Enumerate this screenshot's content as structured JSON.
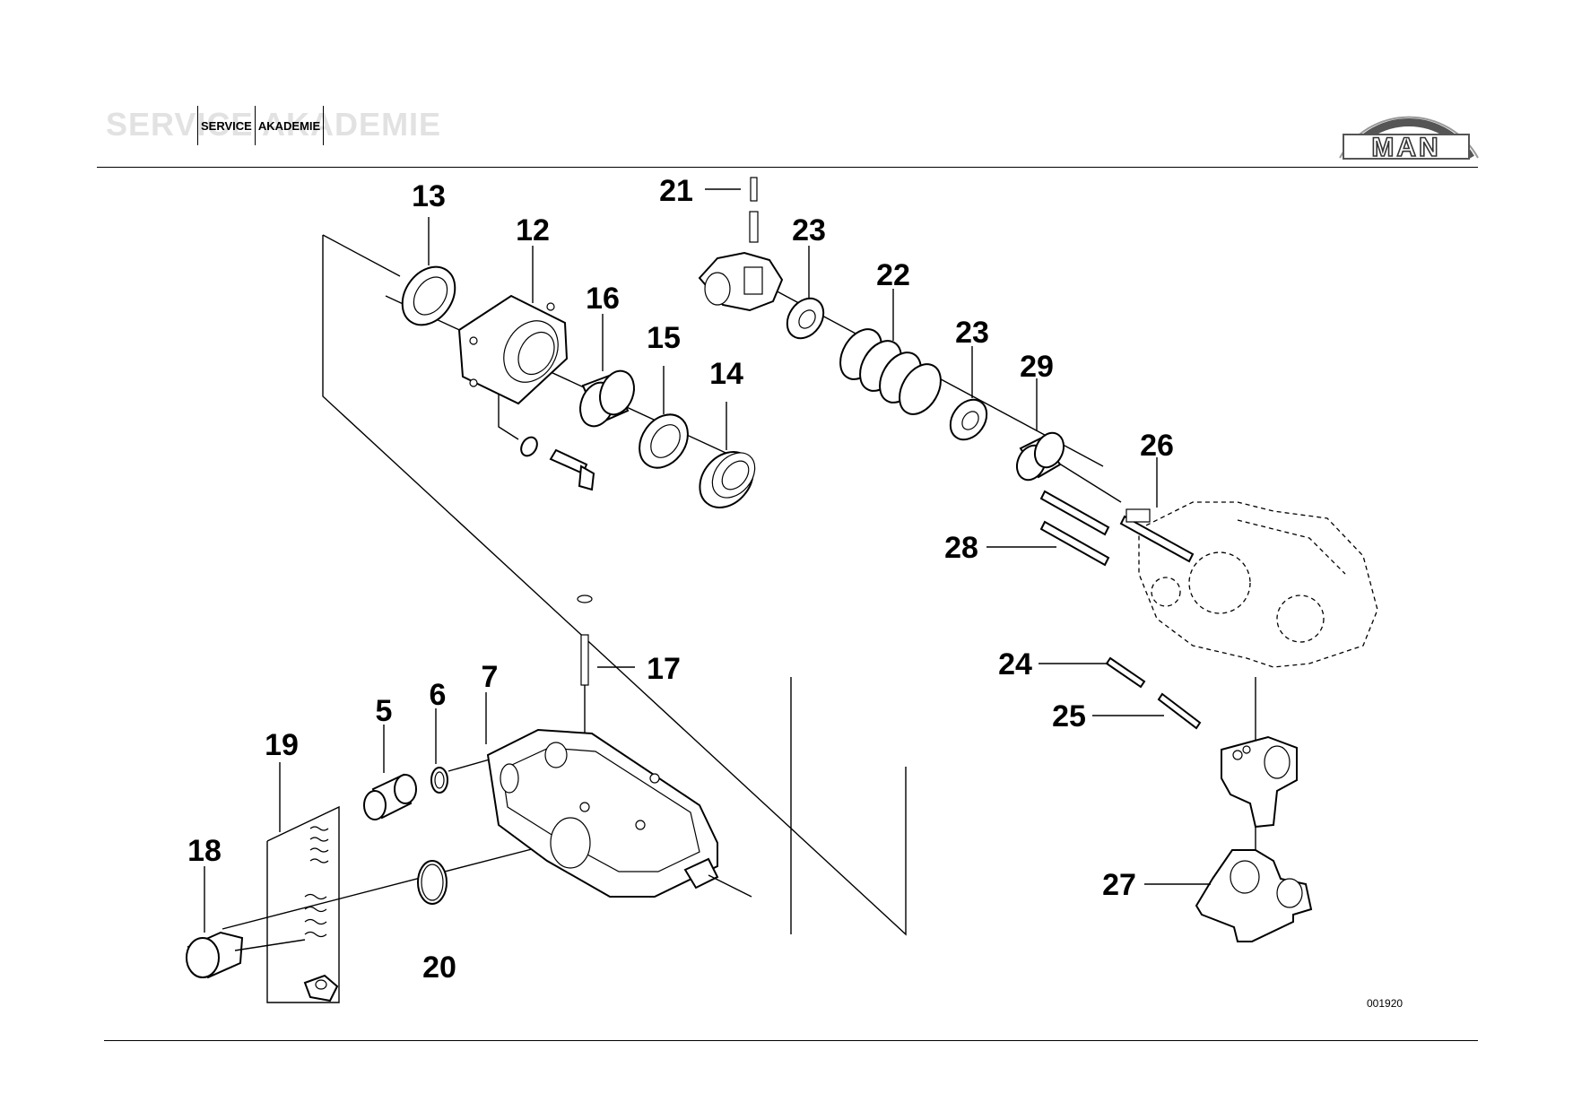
{
  "header": {
    "ghost_text": "SERVICE AKADEMIE",
    "box_word_1": "SERVICE",
    "box_word_2": "AKADEMIE"
  },
  "logo": {
    "text": "MAN"
  },
  "diagram": {
    "callouts": [
      {
        "id": "c13",
        "label": "13"
      },
      {
        "id": "c12",
        "label": "12"
      },
      {
        "id": "c16",
        "label": "16"
      },
      {
        "id": "c15",
        "label": "15"
      },
      {
        "id": "c14",
        "label": "14"
      },
      {
        "id": "c21",
        "label": "21"
      },
      {
        "id": "c23a",
        "label": "23"
      },
      {
        "id": "c22",
        "label": "22"
      },
      {
        "id": "c23b",
        "label": "23"
      },
      {
        "id": "c29",
        "label": "29"
      },
      {
        "id": "c26",
        "label": "26"
      },
      {
        "id": "c28",
        "label": "28"
      },
      {
        "id": "c17",
        "label": "17"
      },
      {
        "id": "c7",
        "label": "7"
      },
      {
        "id": "c6",
        "label": "6"
      },
      {
        "id": "c5",
        "label": "5"
      },
      {
        "id": "c19",
        "label": "19"
      },
      {
        "id": "c18",
        "label": "18"
      },
      {
        "id": "c20",
        "label": "20"
      },
      {
        "id": "c24",
        "label": "24"
      },
      {
        "id": "c25",
        "label": "25"
      },
      {
        "id": "c27",
        "label": "27"
      }
    ],
    "drawing_number": "001920"
  }
}
